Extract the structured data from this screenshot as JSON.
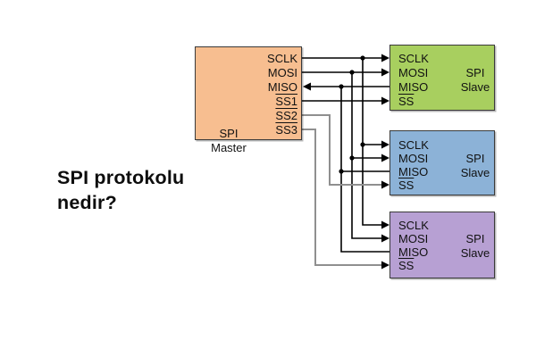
{
  "title": {
    "text": "SPI protokolu\nnedir?"
  },
  "diagram": {
    "colors": {
      "wire": "#000000",
      "ss_route_wire": "#8f8f8f",
      "box_border": "#3a3a3a",
      "master_fill": "#F7BE90",
      "slave1_fill": "#A8CF5F",
      "slave2_fill": "#8CB2D7",
      "slave3_fill": "#B7A0D3"
    },
    "master": {
      "label_line1": "SPI",
      "label_line2": "Master",
      "color": "#F7BE90",
      "pins": [
        {
          "label": "SCLK",
          "overline": false
        },
        {
          "label": "MOSI",
          "overline": false
        },
        {
          "label": "MISO",
          "overline": false
        },
        {
          "label": "SS1",
          "overline": true
        },
        {
          "label": "SS2",
          "overline": true
        },
        {
          "label": "SS3",
          "overline": true
        }
      ]
    },
    "slaves": [
      {
        "label_line1": "SPI",
        "label_line2": "Slave",
        "color": "#A8CF5F",
        "pins": [
          {
            "label": "SCLK",
            "overline": false
          },
          {
            "label": "MOSI",
            "overline": false
          },
          {
            "label": "MISO",
            "overline": false
          },
          {
            "label": "SS",
            "overline": true
          }
        ]
      },
      {
        "label_line1": "SPI",
        "label_line2": "Slave",
        "color": "#8CB2D7",
        "pins": [
          {
            "label": "SCLK",
            "overline": false
          },
          {
            "label": "MOSI",
            "overline": false
          },
          {
            "label": "MISO",
            "overline": false
          },
          {
            "label": "SS",
            "overline": true
          }
        ]
      },
      {
        "label_line1": "SPI",
        "label_line2": "Slave",
        "color": "#B7A0D3",
        "pins": [
          {
            "label": "SCLK",
            "overline": false
          },
          {
            "label": "MOSI",
            "overline": false
          },
          {
            "label": "MISO",
            "overline": false
          },
          {
            "label": "SS",
            "overline": true
          }
        ]
      }
    ]
  }
}
